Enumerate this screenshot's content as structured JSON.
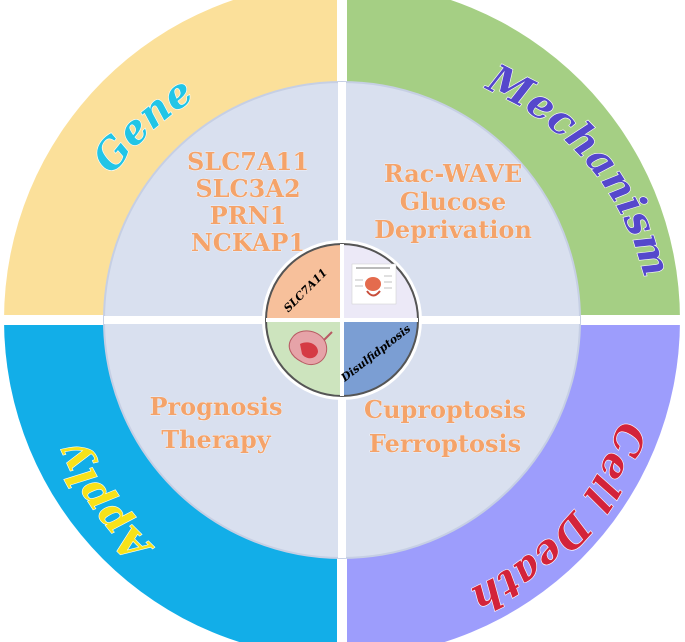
{
  "colors": {
    "gene_ring": "#fbe09a",
    "mechanism_ring": "#a5cf84",
    "apply_ring": "#12aee8",
    "cell_death_ring": "#9d9dfc",
    "inner_disc": "#d9e0ef",
    "quadrant_text": "#f4a36a",
    "gene_label": "#22c5e6",
    "mechanism_label": "#5548cc",
    "apply_label": "#f7e21a",
    "cell_death_label": "#d3233a",
    "center_slc7a11": "#f7c09b",
    "center_image_tl": "#ece9f7",
    "center_image_bl": "#cde4be",
    "center_disulfidptosis": "#7b9ed3"
  },
  "ring_labels": {
    "gene": "Gene",
    "mechanism": "Mechanism",
    "cell_death": "Cell Death",
    "apply": "Apply"
  },
  "quadrants": {
    "gene": [
      "SLC7A11",
      "SLC3A2",
      "PRN1",
      "NCKAP1"
    ],
    "mechanism": [
      "Rac-WAVE",
      "Glucose",
      "Deprivation"
    ],
    "apply": [
      "Prognosis",
      "Therapy"
    ],
    "cell_death": [
      "Cuproptosis",
      "Ferroptosis"
    ]
  },
  "center": {
    "top_left": "SLC7A11",
    "bottom_right": "Disulfidptosis",
    "top_right_image": "digestive-anatomy-figure",
    "bottom_left_image": "stomach-figure"
  }
}
